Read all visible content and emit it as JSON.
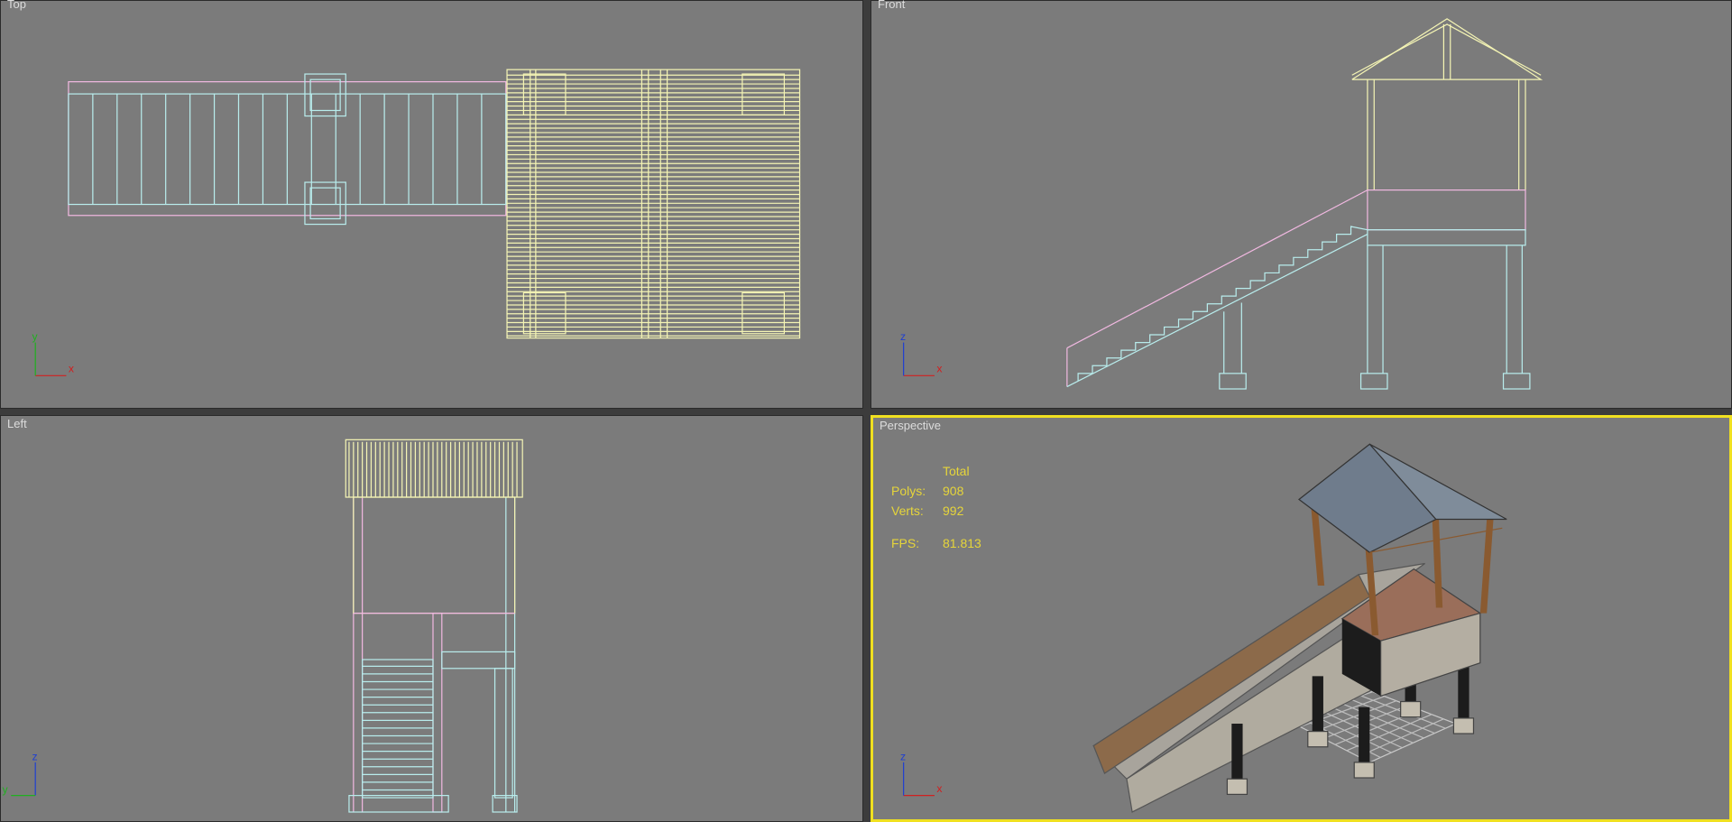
{
  "viewports": [
    {
      "label": "Top"
    },
    {
      "label": "Front"
    },
    {
      "label": "Left"
    },
    {
      "label": "Perspective",
      "active": true
    }
  ],
  "stats": {
    "header": "Total",
    "polys_label": "Polys:",
    "polys": "908",
    "verts_label": "Verts:",
    "verts": "992",
    "fps_label": "FPS:",
    "fps": "81.813"
  },
  "axes": {
    "x": "x",
    "y": "y",
    "z": "z"
  },
  "colors": {
    "active_border": "#f0e020",
    "viewport_bg": "#7b7b7b",
    "wire_yellow": "#f4f4b4",
    "wire_cyan": "#b8ecec",
    "wire_pink": "#f0b8e0",
    "stats_text": "#e6d53a"
  }
}
